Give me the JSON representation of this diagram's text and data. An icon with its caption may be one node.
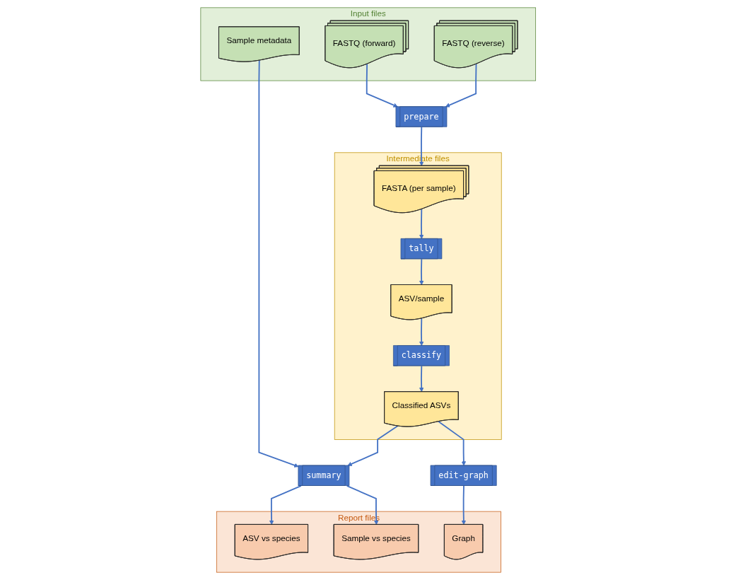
{
  "diagram": {
    "nodes": [
      {
        "text": [
          "Input files"
        ]
      },
      {
        "text": [
          "FASTQ (forward)"
        ],
        "in": 0
      },
      {
        "text": [
          "FASTQ (reverse)"
        ],
        "in": 0
      },
      {
        "text": [
          "Sample metadata"
        ],
        "in": 0
      },
      {
        "text": [
          "prepare"
        ]
      },
      {
        "text": [
          "Intermediate files"
        ]
      },
      {
        "text": [
          "FASTA (per sample)"
        ],
        "in": 5
      },
      {
        "text": [
          "tally"
        ],
        "in": 5
      },
      {
        "text": [
          "ASV/sample"
        ],
        "in": 5
      },
      {
        "text": [
          "classify"
        ],
        "in": 5
      },
      {
        "text": [
          "Classified ASVs"
        ],
        "in": 5
      },
      {
        "text": [
          "summary"
        ]
      },
      {
        "text": [
          "edit-graph"
        ]
      },
      {
        "text": [
          "Report files"
        ]
      },
      {
        "text": [
          "ASV vs species"
        ],
        "in": 13
      },
      {
        "text": [
          "Sample vs species"
        ],
        "in": 13
      },
      {
        "text": [
          "Graph"
        ],
        "in": 13
      }
    ],
    "edges": [
      {
        "from": 1,
        "to": 4,
        "arrow": "to"
      },
      {
        "from": 2,
        "to": 4,
        "arrow": "to"
      },
      {
        "from": 4,
        "to": 6,
        "arrow": "to"
      },
      {
        "from": 6,
        "to": 7,
        "arrow": "to"
      },
      {
        "from": 7,
        "to": 8,
        "arrow": "to"
      },
      {
        "from": 8,
        "to": 9,
        "arrow": "to"
      },
      {
        "from": 9,
        "to": 10,
        "arrow": "to"
      },
      {
        "from": 3,
        "to": 11,
        "arrow": "to"
      },
      {
        "from": 10,
        "to": 11,
        "arrow": "to"
      },
      {
        "from": 10,
        "to": 12,
        "arrow": "to"
      },
      {
        "from": 11,
        "to": 14,
        "arrow": "to"
      },
      {
        "from": 11,
        "to": 15,
        "arrow": "to"
      },
      {
        "from": 12,
        "to": 16,
        "arrow": "to"
      }
    ]
  }
}
